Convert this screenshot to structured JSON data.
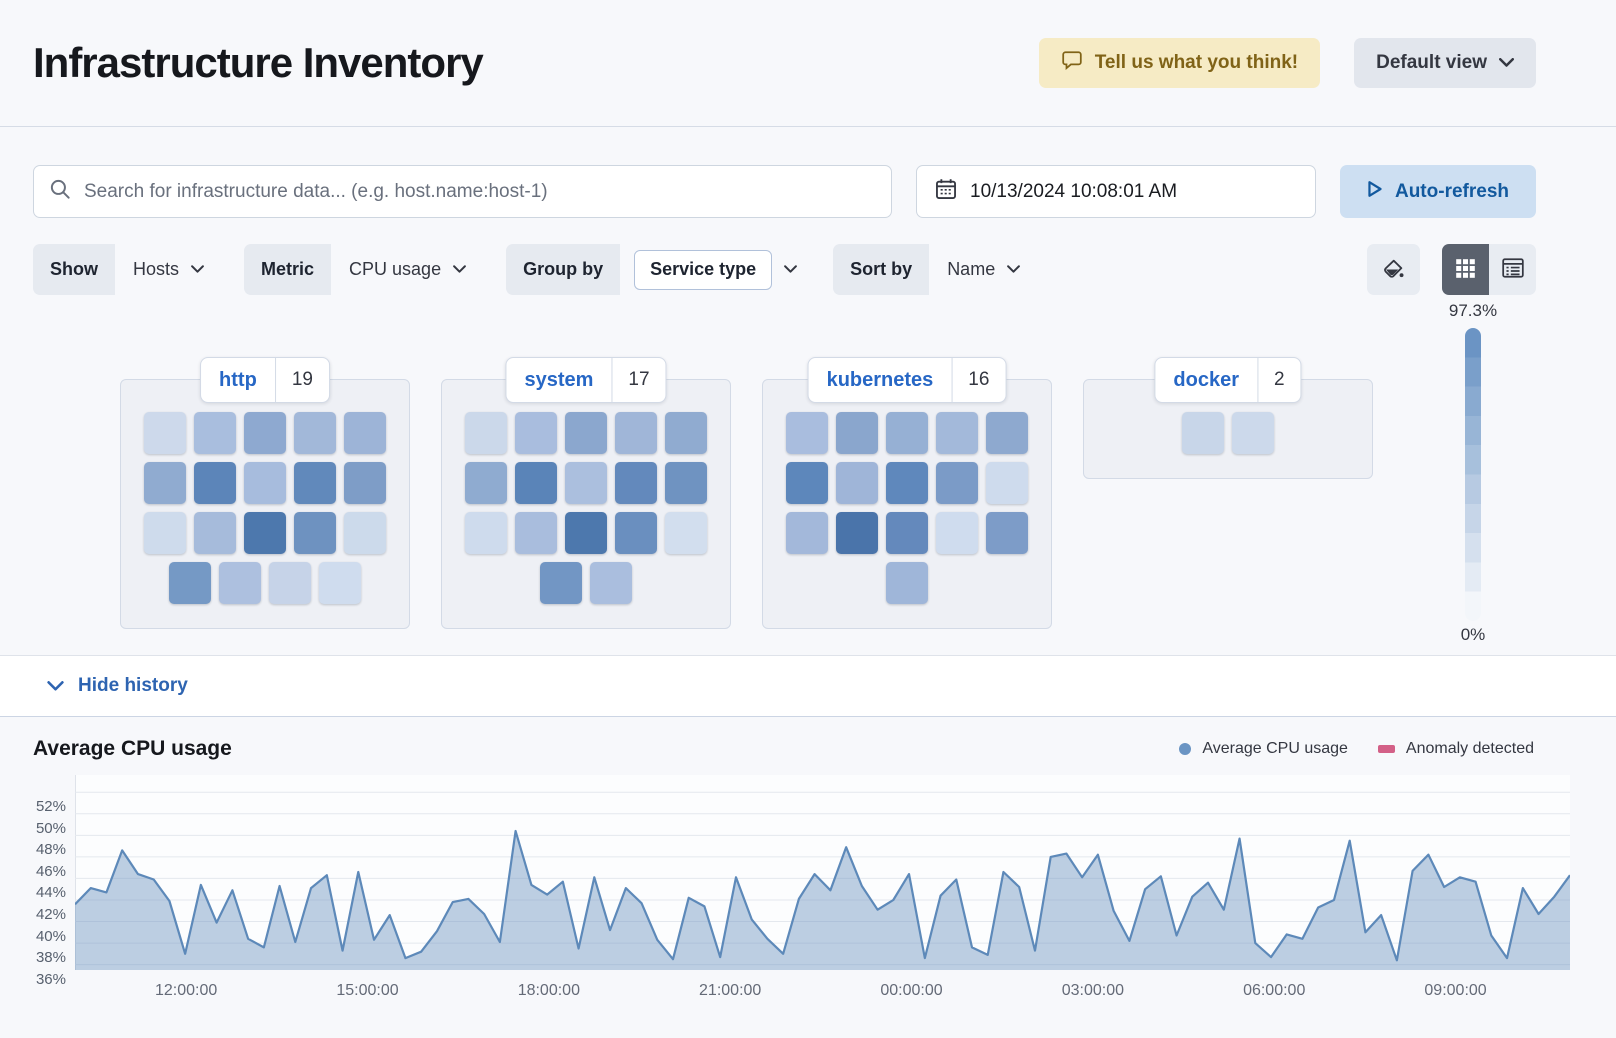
{
  "header": {
    "title": "Infrastructure Inventory",
    "feedback_label": "Tell us what you think!",
    "view_label": "Default view"
  },
  "toolbar": {
    "search_placeholder": "Search for infrastructure data... (e.g. host.name:host-1)",
    "datetime": "10/13/2024 10:08:01 AM",
    "auto_refresh_label": "Auto-refresh"
  },
  "filters": {
    "show_label": "Show",
    "show_value": "Hosts",
    "metric_label": "Metric",
    "metric_value": "CPU usage",
    "group_by_label": "Group by",
    "group_by_value": "Service type",
    "sort_by_label": "Sort by",
    "sort_by_value": "Name"
  },
  "scale_legend": {
    "top": "97.3%",
    "bottom": "0%",
    "top_color": "#6b94c4",
    "bottom_color": "#f3f6fa",
    "steps": 10
  },
  "groups": [
    {
      "name": "http",
      "count": "19",
      "rows": [
        [
          "#cdd9eb",
          "#a9bede",
          "#8ea9d0",
          "#a2b8d9",
          "#9db4d7"
        ],
        [
          "#90abd0",
          "#5c85b9",
          "#a7bcdd",
          "#6189bb",
          "#7e9dc7"
        ],
        [
          "#cedbec",
          "#a6bbdb",
          "#4d78ad",
          "#6e92c0",
          "#ccdaeb"
        ],
        [
          "#7599c5",
          "#adc0df",
          "#c6d3e8",
          "#cfdcee"
        ]
      ]
    },
    {
      "name": "system",
      "count": "17",
      "rows": [
        [
          "#cbd8ea",
          "#a9bdde",
          "#8ba7ce",
          "#a0b6d8",
          "#90abd0"
        ],
        [
          "#8fabd0",
          "#5a84b8",
          "#abbfde",
          "#6389bc",
          "#6f93c1"
        ],
        [
          "#cedbed",
          "#a9bddd",
          "#4d78ad",
          "#6a8fbf",
          "#d2deee"
        ],
        [
          "#7296c4",
          "#aabede"
        ]
      ]
    },
    {
      "name": "kubernetes",
      "count": "16",
      "rows": [
        [
          "#a9bdde",
          "#8aa6cd",
          "#96b0d4",
          "#a3b9da",
          "#8ea9cf"
        ],
        [
          "#5d87bb",
          "#9fb5d8",
          "#5f88bc",
          "#7b9bc7",
          "#cedbed"
        ],
        [
          "#a3b8da",
          "#4a74aa",
          "#6489bc",
          "#cfdcee",
          "#7d9cc8"
        ],
        [
          "#9fb6d9"
        ]
      ]
    },
    {
      "name": "docker",
      "count": "2",
      "rows": [
        [
          "#c8d6e9",
          "#ccd9eb"
        ]
      ]
    }
  ],
  "history": {
    "toggle_label": "Hide history"
  },
  "chart_data": {
    "type": "area",
    "title": "Average CPU usage",
    "legend": [
      {
        "label": "Average CPU usage",
        "swatch": "dot",
        "color": "#6a94c3"
      },
      {
        "label": "Anomaly detected",
        "swatch": "rect",
        "color": "#d36087"
      }
    ],
    "line_color": "#5d89b9",
    "fill_color": "#6f95c1",
    "fill_opacity": 0.45,
    "ytick_labels": [
      "52%",
      "50%",
      "48%",
      "46%",
      "44%",
      "42%",
      "40%",
      "38%",
      "36%"
    ],
    "ytick_values": [
      52,
      50,
      48,
      46,
      44,
      42,
      40,
      38,
      36
    ],
    "ylim": [
      35.5,
      53.6
    ],
    "xticks": [
      "12:00:00",
      "15:00:00",
      "18:00:00",
      "21:00:00",
      "00:00:00",
      "03:00:00",
      "06:00:00",
      "09:00:00"
    ],
    "grid": true,
    "legend_position": "top-right",
    "series": [
      {
        "name": "Average CPU usage",
        "values": [
          41.6,
          43.1,
          42.7,
          46.6,
          44.4,
          43.9,
          41.9,
          37.0,
          43.4,
          39.9,
          42.9,
          38.4,
          37.6,
          43.3,
          38.1,
          43.1,
          44.3,
          37.3,
          44.6,
          38.3,
          40.6,
          36.6,
          37.2,
          39.1,
          41.8,
          42.1,
          40.7,
          38.1,
          48.4,
          43.4,
          42.5,
          43.7,
          37.5,
          44.1,
          39.2,
          43.1,
          41.7,
          38.3,
          36.5,
          42.2,
          41.4,
          36.7,
          44.1,
          40.2,
          38.4,
          37.0,
          42.1,
          44.4,
          42.9,
          46.9,
          43.3,
          41.1,
          42.0,
          44.4,
          36.6,
          42.4,
          43.9,
          37.6,
          36.9,
          44.6,
          43.2,
          37.3,
          46.0,
          46.3,
          44.1,
          46.2,
          41.0,
          38.2,
          43.0,
          44.2,
          38.7,
          42.3,
          43.6,
          41.1,
          47.7,
          38.0,
          36.7,
          38.8,
          38.4,
          41.3,
          42.0,
          47.5,
          39.0,
          40.6,
          36.4,
          44.7,
          46.2,
          43.2,
          44.1,
          43.7,
          38.7,
          36.6,
          43.1,
          40.7,
          42.3,
          44.3
        ]
      }
    ]
  }
}
